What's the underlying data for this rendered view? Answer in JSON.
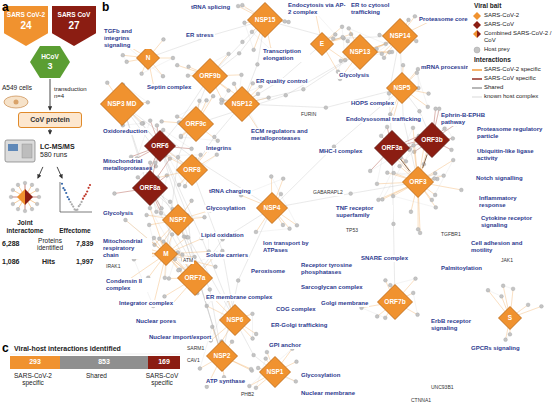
{
  "diagram": {
    "nodes": [
      {
        "text": [
          "SARS CoV-2",
          "24"
        ]
      },
      {
        "text": [
          "SARS CoV",
          "27"
        ]
      },
      {
        "text": [
          "HCoV",
          "3"
        ]
      },
      {
        "text": [
          "CoV protein"
        ]
      },
      {
        "text": [
          "LC-MS/MS",
          "580 runs"
        ]
      },
      {
        "text": [
          "Joint interactome"
        ]
      },
      {
        "text": [
          "Effectome"
        ]
      },
      {
        "text": [
          "293"
        ]
      },
      {
        "text": [
          "853"
        ]
      },
      {
        "text": [
          "169"
        ]
      },
      {
        "text": [
          "N"
        ]
      },
      {
        "text": [
          "NSP15"
        ]
      },
      {
        "text": [
          "E"
        ]
      },
      {
        "text": [
          "NSP13"
        ]
      },
      {
        "text": [
          "NSP14"
        ]
      },
      {
        "text": [
          "ORF9b"
        ]
      },
      {
        "text": [
          "NSP12"
        ]
      },
      {
        "text": [
          "NSP5"
        ]
      },
      {
        "text": [
          "NSP3 MD"
        ]
      },
      {
        "text": [
          "ORF9c"
        ]
      },
      {
        "text": [
          "ORF6"
        ]
      },
      {
        "text": [
          "ORF8a"
        ]
      },
      {
        "text": [
          "ORF8"
        ]
      },
      {
        "text": [
          "NSP4"
        ]
      },
      {
        "text": [
          "NSP7"
        ]
      },
      {
        "text": [
          "M"
        ]
      },
      {
        "text": [
          "ORF7a"
        ]
      },
      {
        "text": [
          "NSP6"
        ]
      },
      {
        "text": [
          "NSP2"
        ]
      },
      {
        "text": [
          "NSP1"
        ]
      },
      {
        "text": [
          "ORF3a"
        ]
      },
      {
        "text": [
          "ORF3b"
        ]
      },
      {
        "text": [
          "ORF3"
        ]
      },
      {
        "text": [
          "ORF7b"
        ]
      },
      {
        "text": [
          "S"
        ]
      }
    ],
    "edges": [
      {
        "from": 2,
        "to": 3,
        "arrow": "to",
        "label": "transduction n=4"
      },
      {
        "from": 3,
        "to": 4,
        "arrow": "to"
      },
      {
        "from": 4,
        "to": 5,
        "arrow": "to"
      },
      {
        "from": 4,
        "to": 6,
        "arrow": "to"
      },
      {
        "from": 30,
        "to": 32,
        "arrow": "none"
      },
      {
        "from": 31,
        "to": 32,
        "arrow": "none"
      }
    ],
    "labels": [
      "a",
      "A549 cells",
      "6,288",
      "Proteins identified",
      "7,839",
      "1,086",
      "Hits",
      "1,997",
      "b",
      "c",
      "Viral-host interactions identified",
      "SARS-CoV-2 specific",
      "Shared",
      "SARS-CoV specific",
      "Viral bait",
      "Interactions",
      "tRNA splicing",
      "Endocytosis via AP-2 complex",
      "ER to cytosol trafficking",
      "Proteasome core",
      "ER stress",
      "Transcription elongation",
      "Glycolysis",
      "mRNA processing",
      "TGFb and integrins signaling",
      "Septin complex",
      "ER quality control",
      "HOPS complex",
      "Endolysosomal trafficking",
      "Ephrin-B-EPHB pathway",
      "Proteasome regulatory particle",
      "Ubiquitin-like ligase activity",
      "Oxidoreduction",
      "Integrins",
      "ECM regulators and metalloproteases",
      "MHC-I complex",
      "Mitochondrial metalloproteases",
      "tRNA charging",
      "Glycosylation",
      "Glycolysis",
      "Lipid oxidation",
      "Ion transport by ATPases",
      "Receptor tyrosine phosphatases",
      "Notch signalling",
      "TNF receptor superfamily",
      "Inflammatory response",
      "Cytokine receptor signaling",
      "Mitochondrial respiratory chain",
      "Solute carriers",
      "SNARE complex",
      "Cell adhesion and motility",
      "Condensin II complex",
      "Sarcoglycan complex",
      "Palmitoylation",
      "Peroxisome",
      "Golgi membrane",
      "Integrator complex",
      "ER membrane complex",
      "COG complex",
      "ER-Golgi trafficking",
      "ErbB receptor signaling",
      "Nuclear pores",
      "Nuclear import/export",
      "GPI anchor",
      "GPCRs signaling",
      "ATP synthase",
      "Glycosylation",
      "Nuclear membrane",
      "TP53",
      "FURIN",
      "GABARAPL2",
      "UNC93B1",
      "CTNNA1",
      "JAK1",
      "TGFBR1",
      "SARM1",
      "PHB2",
      "IRAK1",
      "CAV1",
      "ATM"
    ],
    "legend": [
      {
        "text": "SARS-CoV-2",
        "color": "#f0922f"
      },
      {
        "text": "SARS-CoV",
        "color": "#8b1d12"
      },
      {
        "text": "Combined SARS-CoV-2 / CoV"
      },
      {
        "text": "Host prey",
        "color": "#c4c4c4"
      },
      {
        "text": "SARS-CoV-2 specific"
      },
      {
        "text": "SARS-CoV specific"
      },
      {
        "text": "Shared"
      },
      {
        "text": "known host complex"
      }
    ]
  }
}
